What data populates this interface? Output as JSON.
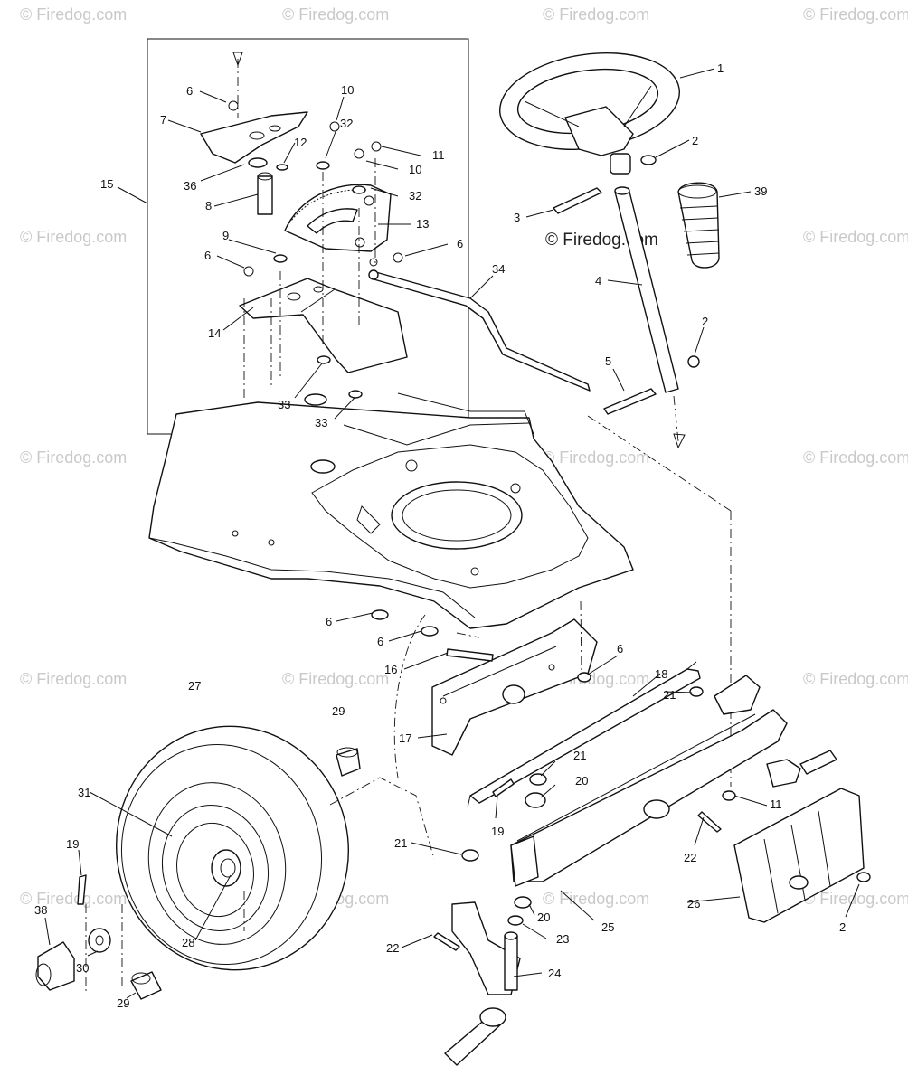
{
  "watermark": {
    "text": "© Firedog.com",
    "center_text": "© Firedog.com"
  },
  "callouts": [
    {
      "key": "c1",
      "text": "1"
    },
    {
      "key": "c2a",
      "text": "2"
    },
    {
      "key": "c3",
      "text": "3"
    },
    {
      "key": "c39",
      "text": "39"
    },
    {
      "key": "c4",
      "text": "4"
    },
    {
      "key": "c2b",
      "text": "2"
    },
    {
      "key": "c5",
      "text": "5"
    },
    {
      "key": "c6a",
      "text": "6"
    },
    {
      "key": "c10a",
      "text": "10"
    },
    {
      "key": "c32a",
      "text": "32"
    },
    {
      "key": "c7",
      "text": "7"
    },
    {
      "key": "c12",
      "text": "12"
    },
    {
      "key": "c11a",
      "text": "11"
    },
    {
      "key": "c10b",
      "text": "10"
    },
    {
      "key": "c36",
      "text": "36"
    },
    {
      "key": "c32b",
      "text": "32"
    },
    {
      "key": "c15",
      "text": "15"
    },
    {
      "key": "c8",
      "text": "8"
    },
    {
      "key": "c13",
      "text": "13"
    },
    {
      "key": "c9",
      "text": "9"
    },
    {
      "key": "c6b",
      "text": "6"
    },
    {
      "key": "c6c",
      "text": "6"
    },
    {
      "key": "c34",
      "text": "34"
    },
    {
      "key": "c14",
      "text": "14"
    },
    {
      "key": "c33a",
      "text": "33"
    },
    {
      "key": "c33b",
      "text": "33"
    },
    {
      "key": "c6d",
      "text": "6"
    },
    {
      "key": "c6e",
      "text": "6"
    },
    {
      "key": "c16",
      "text": "16"
    },
    {
      "key": "c6f",
      "text": "6"
    },
    {
      "key": "c18",
      "text": "18"
    },
    {
      "key": "c27",
      "text": "27"
    },
    {
      "key": "c29a",
      "text": "29"
    },
    {
      "key": "c21a",
      "text": "21"
    },
    {
      "key": "c17",
      "text": "17"
    },
    {
      "key": "c21b",
      "text": "21"
    },
    {
      "key": "c31",
      "text": "31"
    },
    {
      "key": "c20a",
      "text": "20"
    },
    {
      "key": "c11b",
      "text": "11"
    },
    {
      "key": "c19a",
      "text": "19"
    },
    {
      "key": "c19b",
      "text": "19"
    },
    {
      "key": "c21c",
      "text": "21"
    },
    {
      "key": "c22a",
      "text": "22"
    },
    {
      "key": "c38",
      "text": "38"
    },
    {
      "key": "c25",
      "text": "25"
    },
    {
      "key": "c26",
      "text": "26"
    },
    {
      "key": "c20b",
      "text": "20"
    },
    {
      "key": "c2c",
      "text": "2"
    },
    {
      "key": "c23",
      "text": "23"
    },
    {
      "key": "c22b",
      "text": "22"
    },
    {
      "key": "c24",
      "text": "24"
    },
    {
      "key": "c28",
      "text": "28"
    },
    {
      "key": "c30",
      "text": "30"
    },
    {
      "key": "c29b",
      "text": "29"
    }
  ]
}
